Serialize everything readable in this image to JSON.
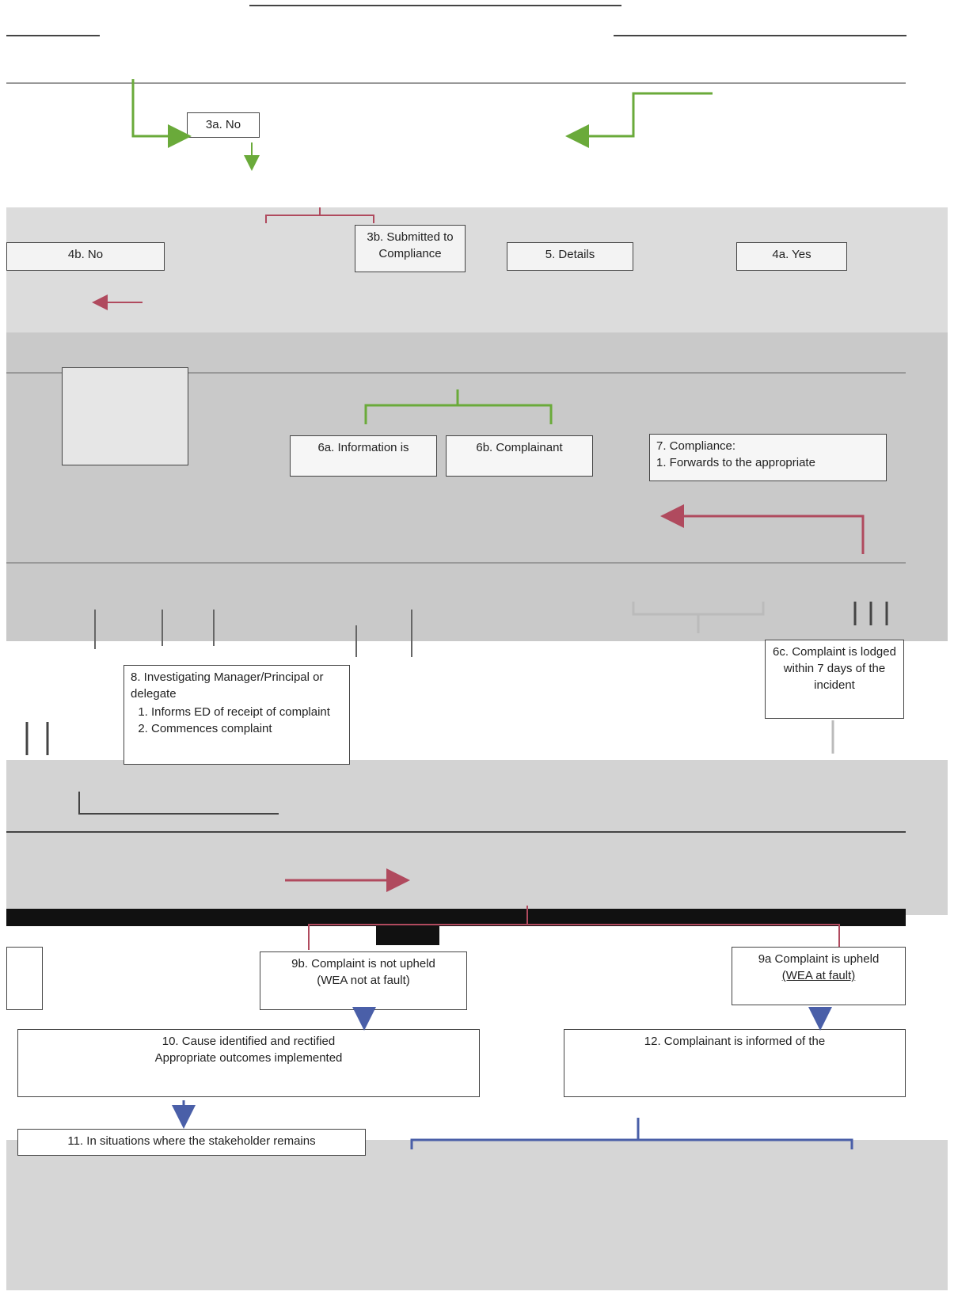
{
  "nodes": {
    "n3a": "3a. No",
    "n4b": "4b. No",
    "n4a": "4a. Yes",
    "n3b": "3b. Submitted to Compliance",
    "n5": "5. Details",
    "n6a": "6a. Information is",
    "n6b": "6b. Complainant",
    "n7": "7. Compliance:",
    "n7_sub": "1. Forwards to the appropriate",
    "n6c": "6c. Complaint is lodged within 7 days of the incident",
    "n8_title": "8. Investigating Manager/Principal or delegate",
    "n8_steps": [
      "Informs ED of receipt of complaint",
      "Commences complaint"
    ],
    "n9b_line1": "9b. Complaint is not upheld",
    "n9b_line2": "(WEA not at fault)",
    "n9a_line1": "9a Complaint is upheld",
    "n9a_line2": "(WEA at fault)",
    "n10_line1": "10. Cause identified and rectified",
    "n10_line2": "Appropriate outcomes implemented",
    "n12": "12. Complainant is informed of the",
    "n11": "11. In situations where the stakeholder remains"
  },
  "colors": {
    "green_arrow": "#6aaa3a",
    "red_arrow": "#b04a5e",
    "blue_arrow": "#4a5fa8",
    "band_gray": "#d8d8d8",
    "strip_black": "#111111"
  }
}
